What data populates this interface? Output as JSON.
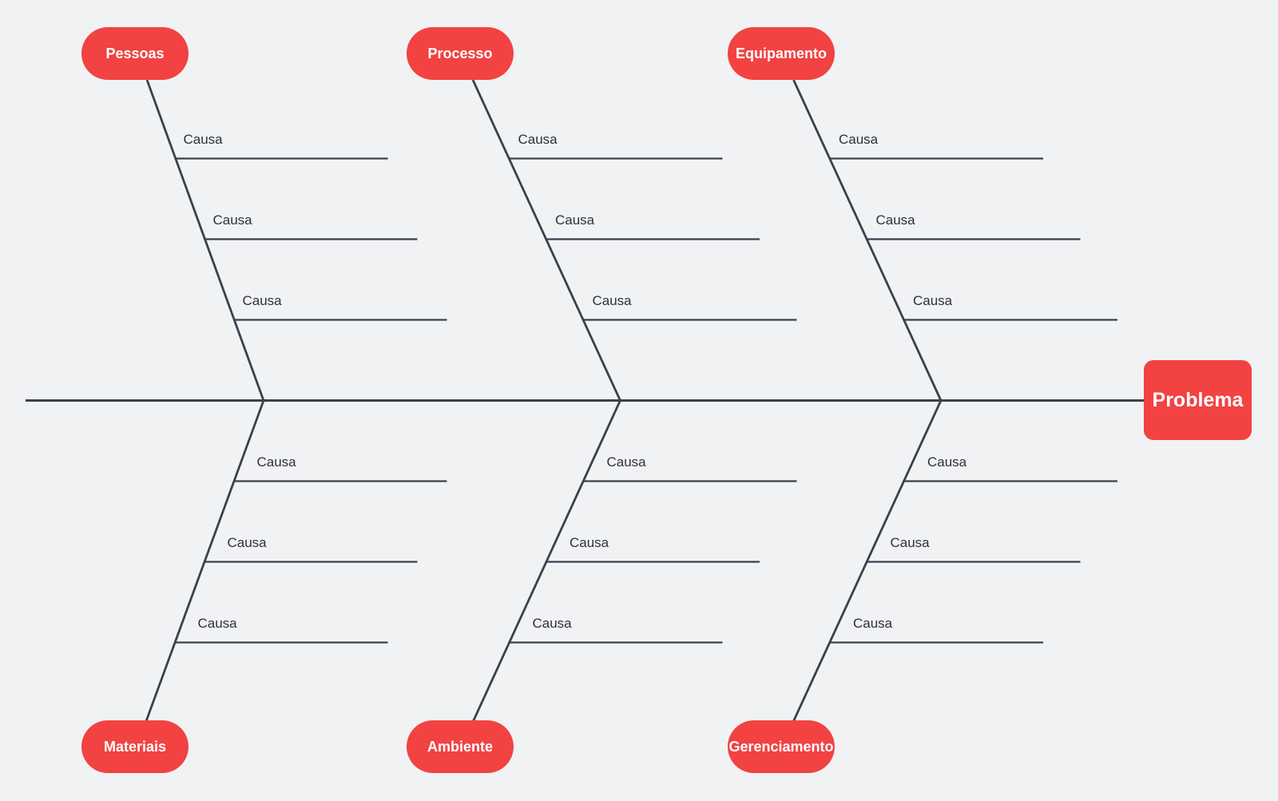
{
  "diagram": {
    "type": "fishbone-ishikawa",
    "problem": {
      "label": "Problema"
    },
    "cause_placeholder": "Causa",
    "colors": {
      "node_fill": "#f24242",
      "node_text": "#ffffff",
      "bone_line": "#3a414d",
      "cause_text": "#2e3237",
      "background": "#f1f2f4"
    },
    "categories": [
      {
        "label": "Pessoas",
        "position": "top",
        "causes": [
          "Causa",
          "Causa",
          "Causa"
        ]
      },
      {
        "label": "Processo",
        "position": "top",
        "causes": [
          "Causa",
          "Causa",
          "Causa"
        ]
      },
      {
        "label": "Equipamento",
        "position": "top",
        "causes": [
          "Causa",
          "Causa",
          "Causa"
        ]
      },
      {
        "label": "Materiais",
        "position": "bottom",
        "causes": [
          "Causa",
          "Causa",
          "Causa"
        ]
      },
      {
        "label": "Ambiente",
        "position": "bottom",
        "causes": [
          "Causa",
          "Causa",
          "Causa"
        ]
      },
      {
        "label": "Gerenciamento",
        "position": "bottom",
        "causes": [
          "Causa",
          "Causa",
          "Causa"
        ]
      }
    ]
  }
}
